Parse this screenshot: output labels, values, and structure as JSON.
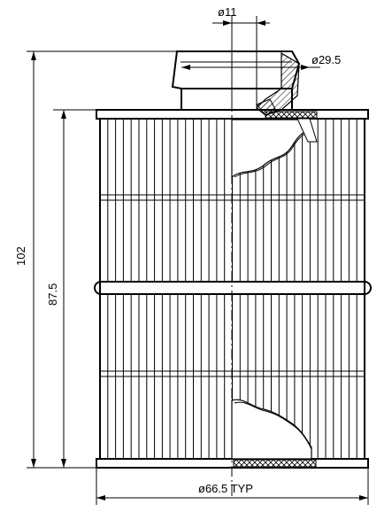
{
  "dimensions": {
    "outlet_bore": "ø11",
    "outlet_outer": "ø29.5",
    "overall_height": "102",
    "body_height": "87.5",
    "body_diameter": "ø66.5  TYP"
  }
}
